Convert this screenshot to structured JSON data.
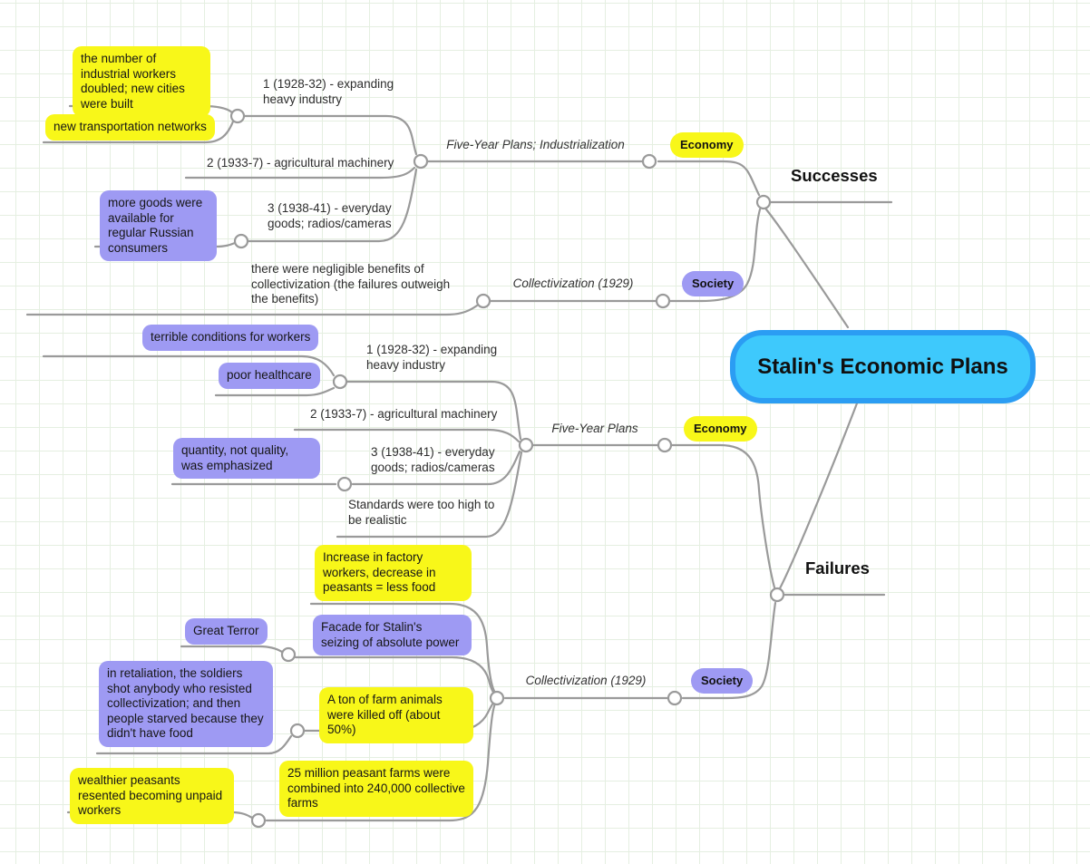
{
  "root": {
    "label": "Stalin's Economic Plans"
  },
  "colors": {
    "root_fill": "#3ec9fc",
    "root_border": "#2b9df3",
    "note_yellow": "#f8f719",
    "note_purple": "#9e9af3",
    "connector_gray": "#9a9a9a",
    "grid_green": "#e5efe1"
  },
  "successes": {
    "label": "Successes",
    "economy": {
      "category": "Economy",
      "edge_label": "Five-Year Plans; Industrialization",
      "plan1": "1 (1928-32) - expanding heavy industry",
      "plan1_notes": [
        "the number of industrial workers doubled; new cities were built",
        "new transportation networks"
      ],
      "plan2": "2 (1933-7) - agricultural machinery",
      "plan3": "3 (1938-41) - everyday goods; radios/cameras",
      "plan3_note": "more goods were available for regular Russian consumers"
    },
    "society": {
      "category": "Society",
      "edge_label": "Collectivization (1929)",
      "note": "there were negligible benefits of collectivization (the failures outweigh the benefits)"
    }
  },
  "failures": {
    "label": "Failures",
    "economy": {
      "category": "Economy",
      "edge_label": "Five-Year Plans",
      "plan1": "1 (1928-32) - expanding heavy industry",
      "plan1_notes": [
        "terrible conditions for workers",
        "poor healthcare"
      ],
      "plan2": "2 (1933-7) - agricultural machinery",
      "plan3": "3 (1938-41) - everyday goods; radios/cameras",
      "plan3_note": "quantity, not quality, was emphasized",
      "standards": "Standards were too high to be realistic"
    },
    "society": {
      "category": "Society",
      "edge_label": "Collectivization (1929)",
      "less_food": "Increase in factory workers, decrease in peasants = less food",
      "facade": "Facade for Stalin's seizing of absolute power",
      "great_terror": "Great Terror",
      "farm_animals": "A ton of farm animals were killed off (about 50%)",
      "retaliation": "in retaliation, the soldiers shot anybody who resisted collectivization; and then people starved because they didn't have food",
      "collective_farms": "25 million peasant farms were combined into 240,000 collective farms",
      "wealthier_peasants": "wealthier peasants resented becoming unpaid workers"
    }
  }
}
